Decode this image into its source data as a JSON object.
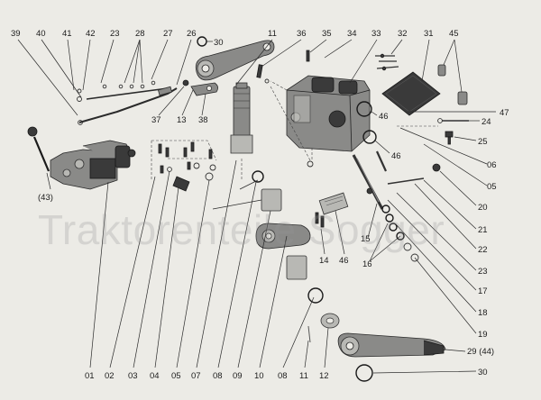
{
  "watermark": "Traktorenteile Sogger",
  "callouts": {
    "c39": "39",
    "c40": "40",
    "c41": "41",
    "c42": "42",
    "c23a": "23",
    "c28": "28",
    "c27": "27",
    "c26": "26",
    "c30a": "30",
    "c11a": "11",
    "c36": "36",
    "c35": "35",
    "c34": "34",
    "c33": "33",
    "c32": "32",
    "c31": "31",
    "c45": "45",
    "c37": "37",
    "c13": "13",
    "c38": "38",
    "c46a": "46",
    "c47": "47",
    "c24": "24",
    "c25": "25",
    "c06": "06",
    "c46b": "46",
    "c05": "05",
    "c20": "20",
    "c21": "21",
    "c22": "22",
    "c23b": "23",
    "c17": "17",
    "c18": "18",
    "c19": "19",
    "c43": "(43)",
    "c15": "15",
    "c14": "14",
    "c46c": "46",
    "c16": "16",
    "b01": "01",
    "b02": "02",
    "b03": "03",
    "b04": "04",
    "b05": "05",
    "b07": "07",
    "b08": "08",
    "b09": "09",
    "b10": "10",
    "b08b": "08",
    "b11": "11",
    "b12": "12",
    "c29": "29 (44)",
    "c30b": "30"
  },
  "colors": {
    "background": "#ecebe6",
    "ink": "#1c1c1c",
    "part_dark": "#3a3a3a",
    "part_mid": "#8a8a88"
  }
}
